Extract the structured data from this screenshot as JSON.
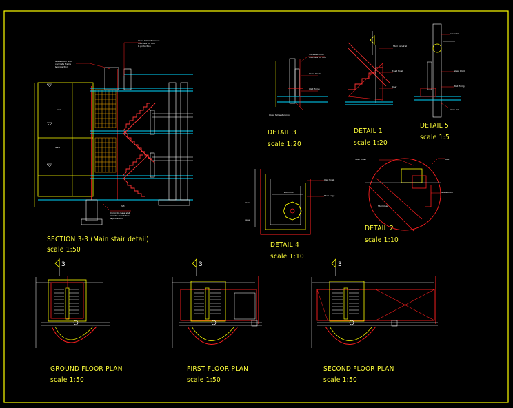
{
  "details": [
    {
      "id": "section33",
      "title": "SECTION 3-3 (Main stair detail)",
      "scale": "scale 1:50"
    },
    {
      "id": "detail3",
      "title": "DETAIL 3",
      "scale": "scale 1:20"
    },
    {
      "id": "detail1",
      "title": "DETAIL 1",
      "scale": "scale 1:20"
    },
    {
      "id": "detail5",
      "title": "DETAIL 5",
      "scale": "scale 1:5"
    },
    {
      "id": "detail4",
      "title": "DETAIL 4",
      "scale": "scale 1:10"
    },
    {
      "id": "detail2",
      "title": "DETAIL 2",
      "scale": "scale 1:10"
    },
    {
      "id": "ground",
      "title": "GROUND FLOOR PLAN",
      "scale": "scale 1:50"
    },
    {
      "id": "first",
      "title": "FIRST FLOOR PLAN",
      "scale": "scale 1:50"
    },
    {
      "id": "second",
      "title": "SECOND FLOOR PLAN",
      "scale": "scale 1:50"
    }
  ],
  "section_marker": "3",
  "colors": {
    "background": "#000000",
    "frame": "#ffff00",
    "wall": "#ff2020",
    "stair": "#ff3333",
    "slab": "#00d8ff",
    "dim": "#ffffff",
    "glass": "#ffb000"
  }
}
